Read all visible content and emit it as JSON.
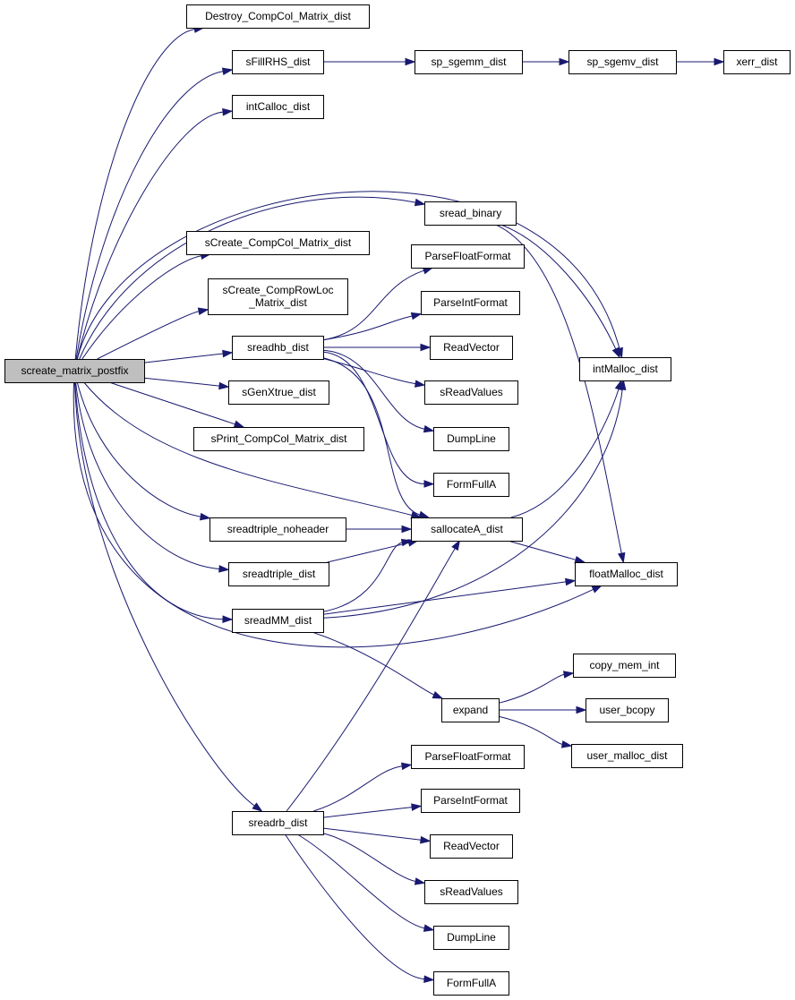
{
  "colors": {
    "edge": "#191970",
    "root_fill": "#bfbfbf",
    "node_fill": "#ffffff",
    "node_border": "#000000"
  },
  "root": "screate_matrix_postfix",
  "nodes": [
    {
      "id": "root",
      "lines": [
        "screate_matrix_postfix"
      ]
    },
    {
      "id": "destroy",
      "lines": [
        "Destroy_CompCol_Matrix_dist"
      ]
    },
    {
      "id": "sfillrhs",
      "lines": [
        "sFillRHS_dist"
      ]
    },
    {
      "id": "spsgemm",
      "lines": [
        "sp_sgemm_dist"
      ]
    },
    {
      "id": "spsgemv",
      "lines": [
        "sp_sgemv_dist"
      ]
    },
    {
      "id": "xerr",
      "lines": [
        "xerr_dist"
      ]
    },
    {
      "id": "intcalloc",
      "lines": [
        "intCalloc_dist"
      ]
    },
    {
      "id": "sreadbinary",
      "lines": [
        "sread_binary"
      ]
    },
    {
      "id": "screatecc",
      "lines": [
        "sCreate_CompCol_Matrix_dist"
      ]
    },
    {
      "id": "screaterl",
      "lines": [
        "sCreate_CompRowLoc",
        "_Matrix_dist"
      ]
    },
    {
      "id": "sreadhb",
      "lines": [
        "sreadhb_dist"
      ]
    },
    {
      "id": "pff1",
      "lines": [
        "ParseFloatFormat"
      ]
    },
    {
      "id": "pif1",
      "lines": [
        "ParseIntFormat"
      ]
    },
    {
      "id": "rv1",
      "lines": [
        "ReadVector"
      ]
    },
    {
      "id": "srv1",
      "lines": [
        "sReadValues"
      ]
    },
    {
      "id": "dl1",
      "lines": [
        "DumpLine"
      ]
    },
    {
      "id": "ffa1",
      "lines": [
        "FormFullA"
      ]
    },
    {
      "id": "intmalloc",
      "lines": [
        "intMalloc_dist"
      ]
    },
    {
      "id": "sgenx",
      "lines": [
        "sGenXtrue_dist"
      ]
    },
    {
      "id": "sprint",
      "lines": [
        "sPrint_CompCol_Matrix_dist"
      ]
    },
    {
      "id": "srtnh",
      "lines": [
        "sreadtriple_noheader"
      ]
    },
    {
      "id": "sallocatea",
      "lines": [
        "sallocateA_dist"
      ]
    },
    {
      "id": "srt",
      "lines": [
        "sreadtriple_dist"
      ]
    },
    {
      "id": "floatmalloc",
      "lines": [
        "floatMalloc_dist"
      ]
    },
    {
      "id": "sreadmm",
      "lines": [
        "sreadMM_dist"
      ]
    },
    {
      "id": "copymem",
      "lines": [
        "copy_mem_int"
      ]
    },
    {
      "id": "expand",
      "lines": [
        "expand"
      ]
    },
    {
      "id": "userbcopy",
      "lines": [
        "user_bcopy"
      ]
    },
    {
      "id": "usermalloc",
      "lines": [
        "user_malloc_dist"
      ]
    },
    {
      "id": "pff2",
      "lines": [
        "ParseFloatFormat"
      ]
    },
    {
      "id": "sreadrb",
      "lines": [
        "sreadrb_dist"
      ]
    },
    {
      "id": "pif2",
      "lines": [
        "ParseIntFormat"
      ]
    },
    {
      "id": "rv2",
      "lines": [
        "ReadVector"
      ]
    },
    {
      "id": "srv2",
      "lines": [
        "sReadValues"
      ]
    },
    {
      "id": "dl2",
      "lines": [
        "DumpLine"
      ]
    },
    {
      "id": "ffa2",
      "lines": [
        "FormFullA"
      ]
    }
  ],
  "edges": [
    [
      "root",
      "destroy"
    ],
    [
      "root",
      "sfillrhs"
    ],
    [
      "root",
      "intcalloc"
    ],
    [
      "root",
      "intmalloc"
    ],
    [
      "root",
      "sreadbinary"
    ],
    [
      "root",
      "screatecc"
    ],
    [
      "root",
      "screaterl"
    ],
    [
      "root",
      "sreadhb"
    ],
    [
      "root",
      "sgenx"
    ],
    [
      "root",
      "sprint"
    ],
    [
      "root",
      "sallocatea"
    ],
    [
      "root",
      "srtnh"
    ],
    [
      "root",
      "srt"
    ],
    [
      "root",
      "sreadmm"
    ],
    [
      "root",
      "floatmalloc"
    ],
    [
      "root",
      "sreadrb"
    ],
    [
      "sfillrhs",
      "spsgemm"
    ],
    [
      "spsgemm",
      "spsgemv"
    ],
    [
      "spsgemv",
      "xerr"
    ],
    [
      "sreadbinary",
      "intmalloc"
    ],
    [
      "sreadbinary",
      "floatmalloc"
    ],
    [
      "sreadhb",
      "pff1"
    ],
    [
      "sreadhb",
      "pif1"
    ],
    [
      "sreadhb",
      "rv1"
    ],
    [
      "sreadhb",
      "srv1"
    ],
    [
      "sreadhb",
      "dl1"
    ],
    [
      "sreadhb",
      "ffa1"
    ],
    [
      "sreadhb",
      "sallocatea"
    ],
    [
      "sallocatea",
      "intmalloc"
    ],
    [
      "sallocatea",
      "floatmalloc"
    ],
    [
      "srtnh",
      "sallocatea"
    ],
    [
      "srt",
      "sallocatea"
    ],
    [
      "sreadmm",
      "sallocatea"
    ],
    [
      "sreadmm",
      "intmalloc"
    ],
    [
      "sreadmm",
      "floatmalloc"
    ],
    [
      "sreadmm",
      "expand"
    ],
    [
      "expand",
      "copymem"
    ],
    [
      "expand",
      "userbcopy"
    ],
    [
      "expand",
      "usermalloc"
    ],
    [
      "sreadrb",
      "pff2"
    ],
    [
      "sreadrb",
      "pif2"
    ],
    [
      "sreadrb",
      "rv2"
    ],
    [
      "sreadrb",
      "srv2"
    ],
    [
      "sreadrb",
      "dl2"
    ],
    [
      "sreadrb",
      "ffa2"
    ],
    [
      "sreadrb",
      "sallocatea"
    ]
  ]
}
